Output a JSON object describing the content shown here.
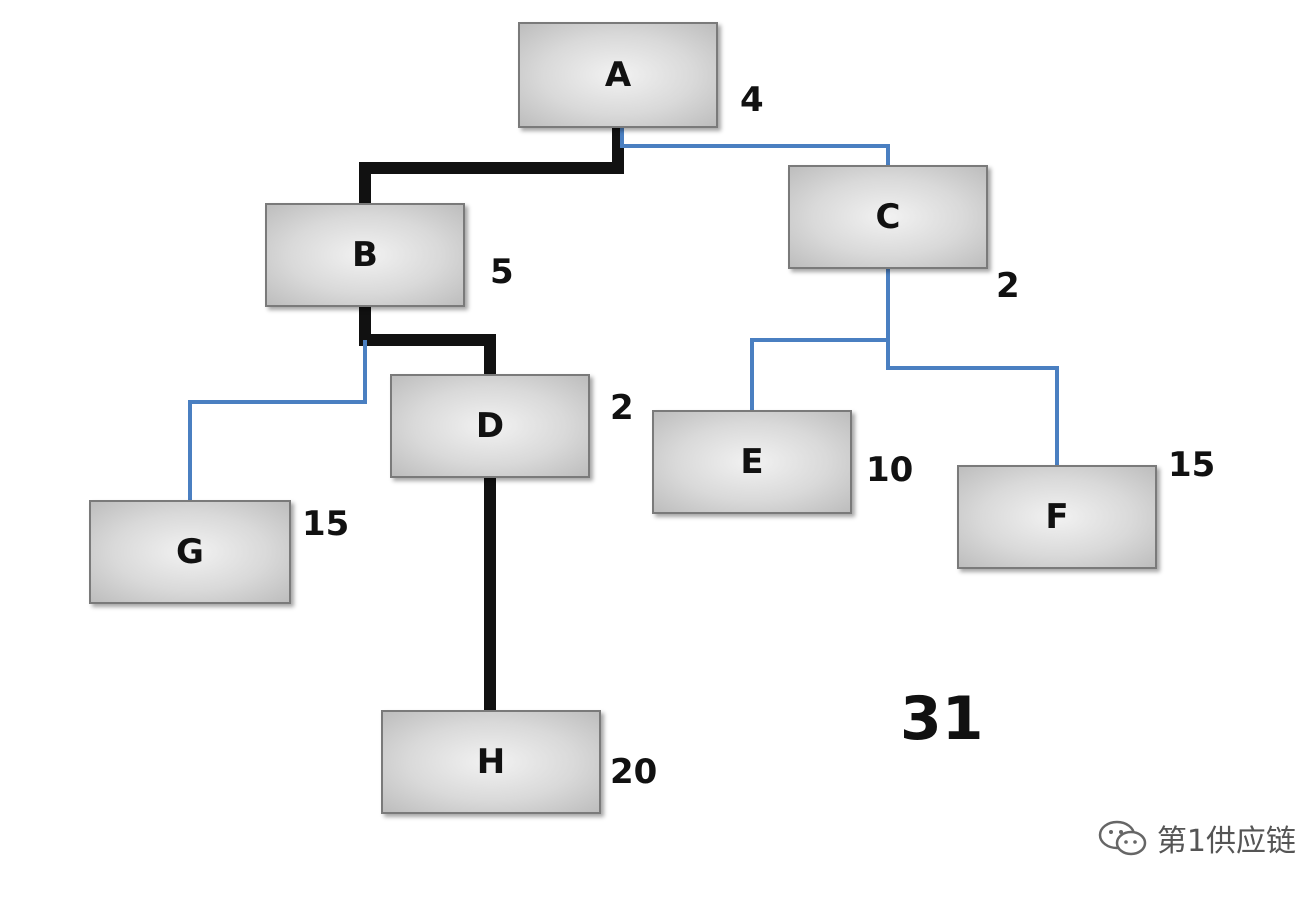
{
  "nodes": {
    "A": {
      "label": "A",
      "weight": "4"
    },
    "B": {
      "label": "B",
      "weight": "5"
    },
    "C": {
      "label": "C",
      "weight": "2"
    },
    "D": {
      "label": "D",
      "weight": "2"
    },
    "E": {
      "label": "E",
      "weight": "10"
    },
    "F": {
      "label": "F",
      "weight": "15"
    },
    "G": {
      "label": "G",
      "weight": "15"
    },
    "H": {
      "label": "H",
      "weight": "20"
    }
  },
  "edges": [
    {
      "from": "A",
      "to": "B",
      "style": "critical"
    },
    {
      "from": "A",
      "to": "C",
      "style": "normal"
    },
    {
      "from": "B",
      "to": "D",
      "style": "critical"
    },
    {
      "from": "B",
      "to": "G",
      "style": "normal"
    },
    {
      "from": "D",
      "to": "H",
      "style": "critical"
    },
    {
      "from": "C",
      "to": "E",
      "style": "normal"
    },
    {
      "from": "C",
      "to": "F",
      "style": "normal"
    }
  ],
  "total": "31",
  "colors": {
    "critical": "#111111",
    "normal": "#4a7fc1"
  },
  "watermark": {
    "icon": "wechat-icon",
    "text": "第1供应链"
  }
}
